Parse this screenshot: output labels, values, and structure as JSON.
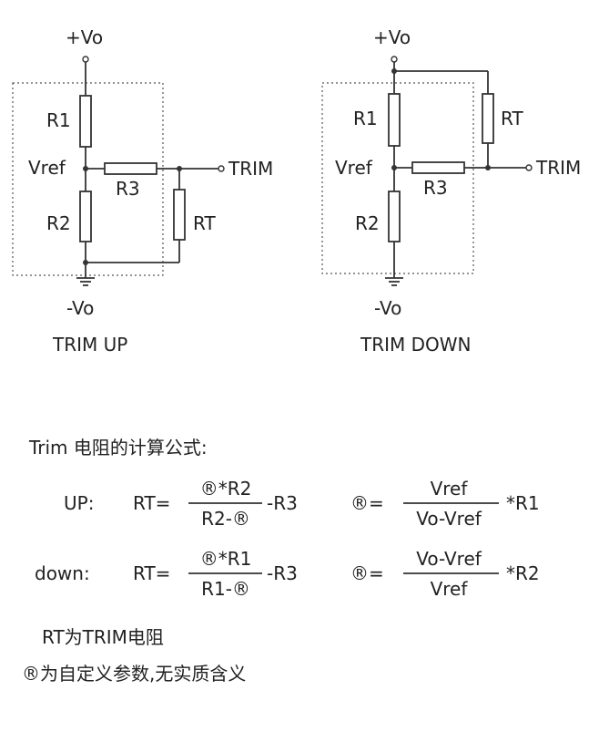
{
  "trim_up": {
    "vo_plus": "+Vo",
    "r1": "R1",
    "vref": "Vref",
    "r3": "R3",
    "trim": "TRIM",
    "r2": "R2",
    "rt": "RT",
    "vo_minus": "-Vo",
    "caption": "TRIM UP"
  },
  "trim_down": {
    "vo_plus": "+Vo",
    "r1": "R1",
    "rt": "RT",
    "vref": "Vref",
    "r3": "R3",
    "trim": "TRIM",
    "r2": "R2",
    "vo_minus": "-Vo",
    "caption": "TRIM DOWN"
  },
  "formulas": {
    "heading": "Trim 电阻的计算公式:",
    "up": {
      "label": "UP:",
      "rt_eq": "RT=",
      "rt_num": "®*R2",
      "rt_den": "R2-®",
      "rt_tail": "-R3",
      "r_eq": "®=",
      "r_num": "Vref",
      "r_den": "Vo-Vref",
      "r_tail": "*R1"
    },
    "down": {
      "label": "down:",
      "rt_eq": "RT=",
      "rt_num": "®*R1",
      "rt_den": "R1-®",
      "rt_tail": "-R3",
      "r_eq": "®=",
      "r_num": "Vo-Vref",
      "r_den": "Vref",
      "r_tail": "*R2"
    },
    "note1": "RT为TRIM电阻",
    "note2": "®为自定义参数,无实质含义"
  }
}
